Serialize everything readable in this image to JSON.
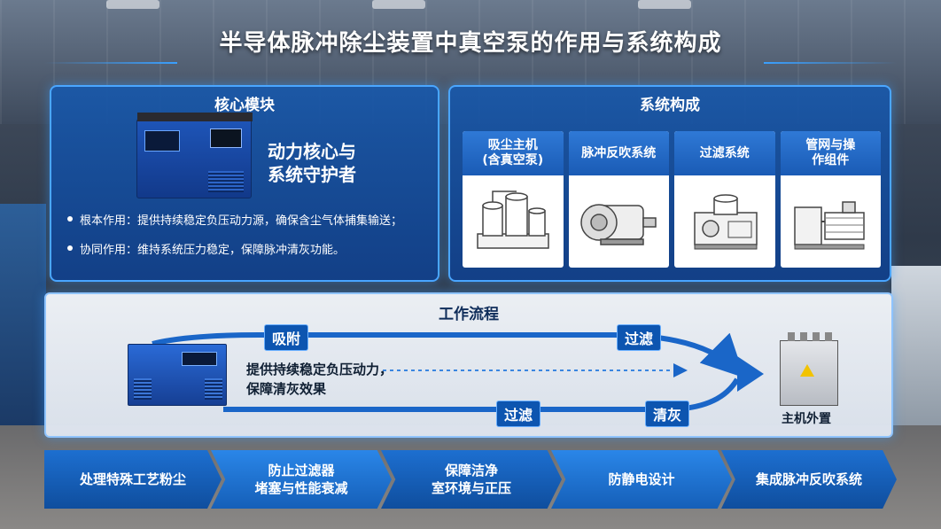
{
  "title": "半导体脉冲除尘装置中真空泵的作用与系统构成",
  "core": {
    "heading": "核心模块",
    "tagline_line1": "动力核心与",
    "tagline_line2": "系统守护者",
    "bullets": [
      "根本作用：提供持续稳定负压动力源，确保含尘气体捕集输送；",
      "协同作用：维持系统压力稳定，保障脉冲清灰功能。"
    ]
  },
  "system": {
    "heading": "系统构成",
    "cards": [
      {
        "line1": "吸尘主机",
        "line2": "(含真空泵)"
      },
      {
        "line1": "脉冲反吹系统",
        "line2": ""
      },
      {
        "line1": "过滤系统",
        "line2": ""
      },
      {
        "line1": "管网与操",
        "line2": "作组件"
      }
    ]
  },
  "workflow": {
    "heading": "工作流程",
    "step_adsorb": "吸附",
    "step_filter_top": "过滤",
    "step_filter_bottom": "过滤",
    "step_clean": "清灰",
    "desc_line1": "提供持续稳定负压动力，",
    "desc_line2": "保障清灰效果",
    "host_label": "主机外置"
  },
  "features": [
    {
      "line1": "处理特殊工艺粉尘",
      "line2": ""
    },
    {
      "line1": "防止过滤器",
      "line2": "堵塞与性能衰减"
    },
    {
      "line1": "保障洁净",
      "line2": "室环境与正压"
    },
    {
      "line1": "防静电设计",
      "line2": ""
    },
    {
      "line1": "集成脉冲反吹系统",
      "line2": ""
    }
  ],
  "colors": {
    "accent": "#4aa6ff",
    "panel_blue": "#1858aa",
    "flow_arrow": "#1a66c8"
  }
}
